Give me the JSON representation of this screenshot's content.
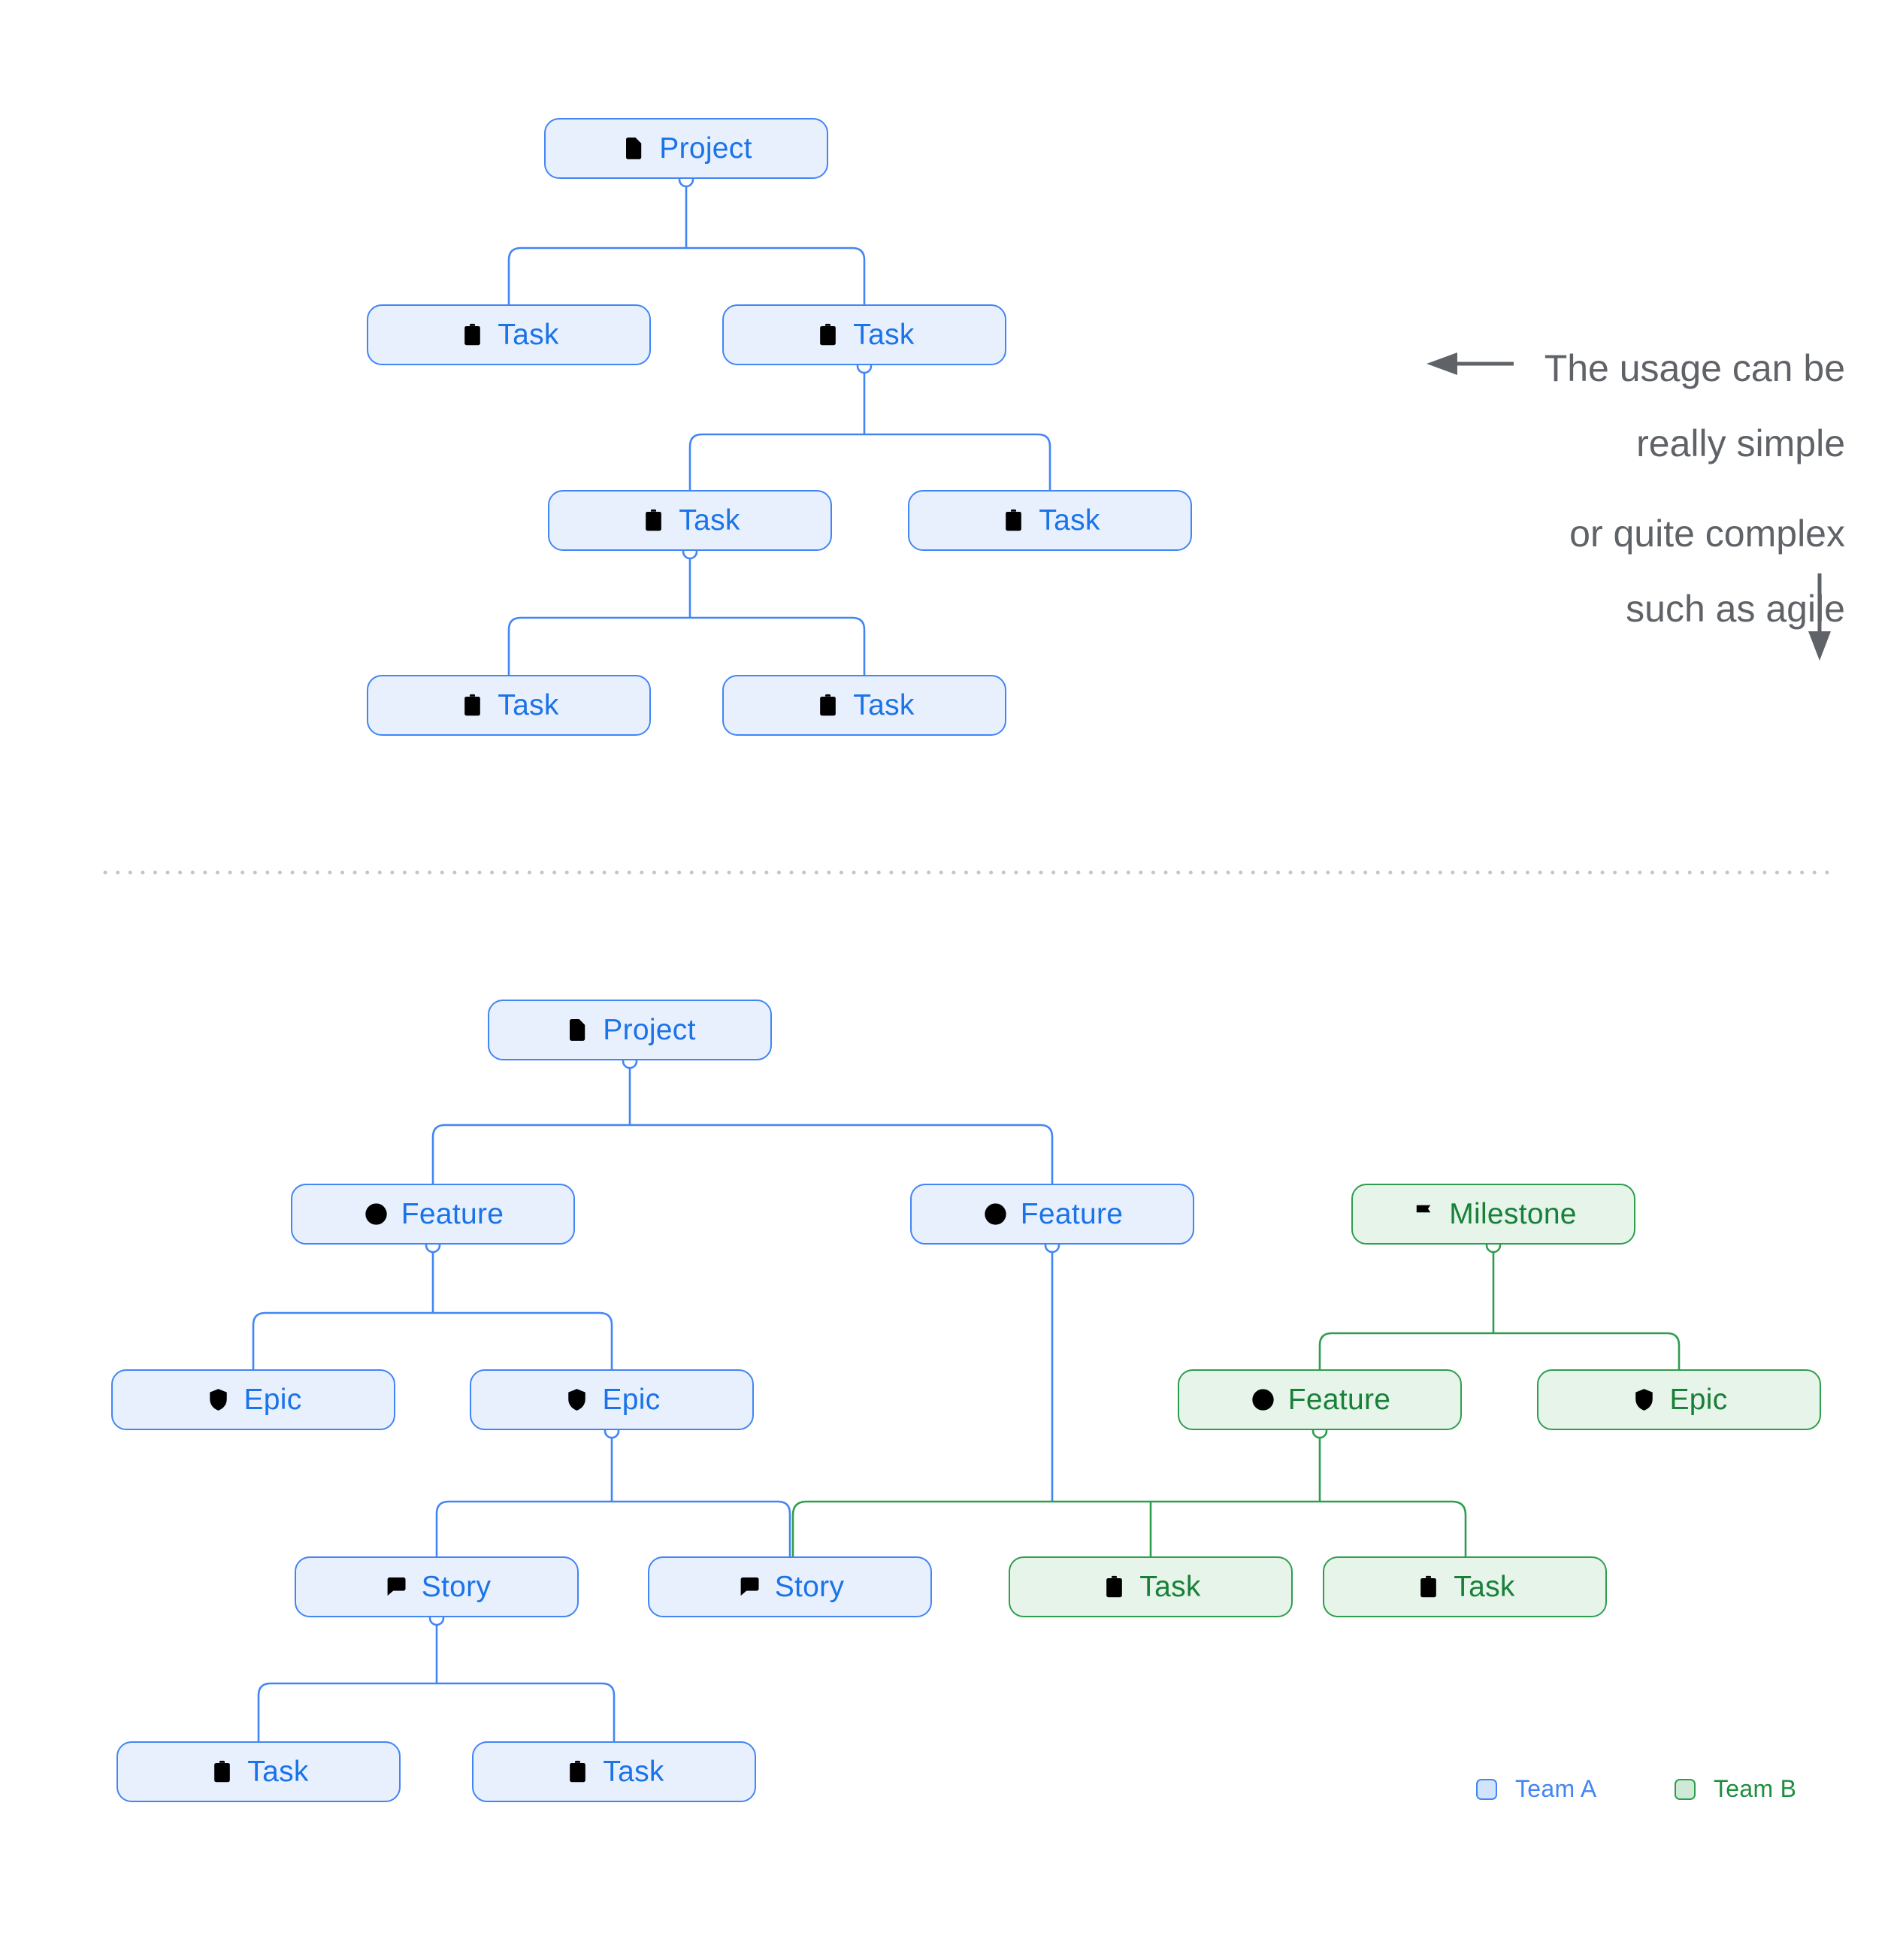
{
  "palette": {
    "team_a_fill": "#E8F0FE",
    "team_a_border": "#4285F4",
    "team_a_text": "#1A73E8",
    "team_b_fill": "#E6F4EA",
    "team_b_border": "#2E9E4E",
    "team_b_text": "#188038",
    "annotation_text": "#5F6368",
    "separator": "#C4C7C9",
    "swatch_a_fill": "#D2E3FC",
    "swatch_b_fill": "#CEEAD6",
    "legend_a_text": "#4285F4",
    "legend_b_text": "#1E8E3E"
  },
  "annotation": {
    "line1": "The usage can be",
    "line2": "really simple",
    "line3": "or quite complex",
    "line4": "such as agile"
  },
  "legend": {
    "team_a_label": "Team A",
    "team_b_label": "Team B"
  },
  "nodes": {
    "s_project": {
      "label": "Project",
      "icon": "document-icon",
      "team": "A"
    },
    "s_task1": {
      "label": "Task",
      "icon": "clipboard-check-icon",
      "team": "A"
    },
    "s_task2": {
      "label": "Task",
      "icon": "clipboard-check-icon",
      "team": "A"
    },
    "s_task3": {
      "label": "Task",
      "icon": "clipboard-check-icon",
      "team": "A"
    },
    "s_task4": {
      "label": "Task",
      "icon": "clipboard-check-icon",
      "team": "A"
    },
    "s_task5": {
      "label": "Task",
      "icon": "clipboard-check-icon",
      "team": "A"
    },
    "s_task6": {
      "label": "Task",
      "icon": "clipboard-check-icon",
      "team": "A"
    },
    "c_project": {
      "label": "Project",
      "icon": "document-icon",
      "team": "A"
    },
    "c_feature1": {
      "label": "Feature",
      "icon": "star-circle-icon",
      "team": "A"
    },
    "c_feature2": {
      "label": "Feature",
      "icon": "star-circle-icon",
      "team": "A"
    },
    "c_milestone": {
      "label": "Milestone",
      "icon": "flag-icon",
      "team": "B"
    },
    "c_epic1": {
      "label": "Epic",
      "icon": "shield-check-icon",
      "team": "A"
    },
    "c_epic2": {
      "label": "Epic",
      "icon": "shield-check-icon",
      "team": "A"
    },
    "c_feature3": {
      "label": "Feature",
      "icon": "star-circle-icon",
      "team": "B"
    },
    "c_epic3": {
      "label": "Epic",
      "icon": "shield-check-icon",
      "team": "B"
    },
    "c_story1": {
      "label": "Story",
      "icon": "story-bubble-icon",
      "team": "A"
    },
    "c_story2": {
      "label": "Story",
      "icon": "story-bubble-icon",
      "team": "A"
    },
    "c_task_g1": {
      "label": "Task",
      "icon": "clipboard-check-icon",
      "team": "B"
    },
    "c_task_g2": {
      "label": "Task",
      "icon": "clipboard-check-icon",
      "team": "B"
    },
    "c_task_b1": {
      "label": "Task",
      "icon": "clipboard-check-icon",
      "team": "A"
    },
    "c_task_b2": {
      "label": "Task",
      "icon": "clipboard-check-icon",
      "team": "A"
    }
  }
}
